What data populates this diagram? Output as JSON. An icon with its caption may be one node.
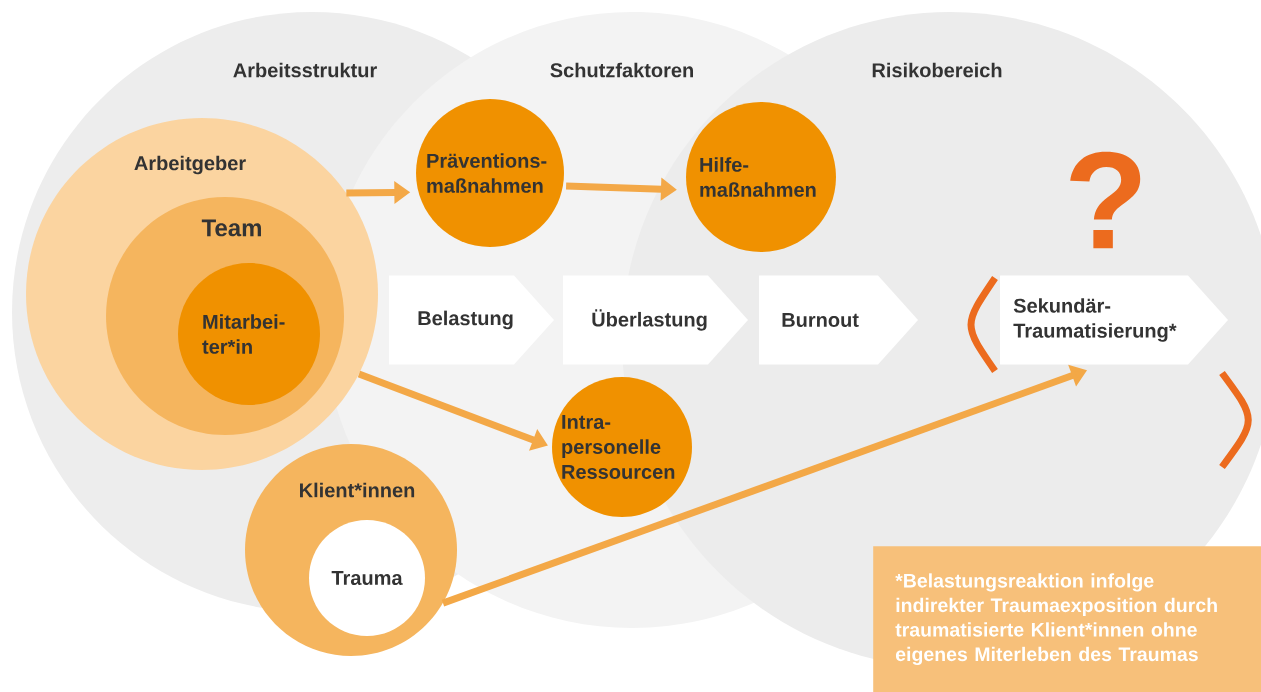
{
  "diagram": {
    "nodes": [
      {
        "text": [
          "Arbeitsstruktur"
        ]
      },
      {
        "text": [
          "Schutzfaktoren"
        ]
      },
      {
        "text": [
          "Risikobereich"
        ]
      },
      {
        "text": [
          "Arbeitgeber"
        ],
        "in": 0
      },
      {
        "text": [
          "Team"
        ],
        "in": 3
      },
      {
        "text": [
          "Mitarbei- ter*in"
        ],
        "in": 4
      },
      {
        "text": [
          "Präventions- maßnahmen"
        ]
      },
      {
        "text": [
          "Hilfe- maßnahmen"
        ]
      },
      {
        "text": [
          "Belastung"
        ]
      },
      {
        "text": [
          "Überlastung"
        ],
        "in": 1
      },
      {
        "text": [
          "Burnout"
        ]
      },
      {
        "text": [
          "Sekundär- Traumatisierung*"
        ],
        "in": 2
      },
      {
        "text": [
          "Intra- personelle Ressourcen"
        ],
        "in": 1
      },
      {
        "text": [
          "Klient*innen"
        ]
      },
      {
        "text": [
          "Trauma"
        ],
        "in": 13
      },
      {
        "text": [
          "*Belastungsreaktion infolge indirekter Traumaexposition durch traumatisierte Klient*innen ohne eigenes Miterleben des Traumas"
        ]
      }
    ],
    "edges": [
      {
        "from": 3,
        "to": 6,
        "arrow": "to"
      },
      {
        "from": 6,
        "to": 7,
        "arrow": "to"
      },
      {
        "from": 3,
        "to": 12,
        "arrow": "to"
      },
      {
        "from": 13,
        "to": 11,
        "arrow": "to"
      }
    ],
    "labels": [
      "?"
    ]
  }
}
